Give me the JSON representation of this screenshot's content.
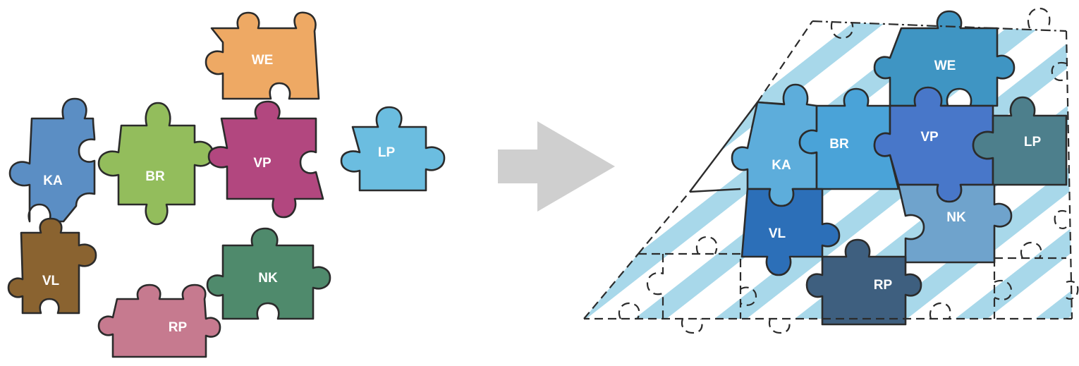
{
  "colors": {
    "ka": "#5b8ec4",
    "br": "#93bd5c",
    "we": "#eea964",
    "vp": "#b2477f",
    "lp": "#6bbde0",
    "vl": "#8a6330",
    "nk": "#4f8a6c",
    "rp": "#c67a8f",
    "arrow": "#cfcfcf",
    "stripe": "#a8d8ea",
    "ka_right": "#5daddb",
    "br_right": "#4aa3d8",
    "we_right": "#3f95c3",
    "vp_right": "#4877c9",
    "lp_right": "#4d7f8c",
    "nk_right": "#6fa3cc",
    "vl_right": "#2c6fb8",
    "rp_right": "#3e5f7f"
  },
  "left_pieces": [
    {
      "id": "ka",
      "label": "KA"
    },
    {
      "id": "br",
      "label": "BR"
    },
    {
      "id": "we",
      "label": "WE"
    },
    {
      "id": "vp",
      "label": "VP"
    },
    {
      "id": "lp",
      "label": "LP"
    },
    {
      "id": "vl",
      "label": "VL"
    },
    {
      "id": "nk",
      "label": "NK"
    },
    {
      "id": "rp",
      "label": "RP"
    }
  ],
  "right_pieces": [
    {
      "id": "ka",
      "label": "KA"
    },
    {
      "id": "br",
      "label": "BR"
    },
    {
      "id": "we",
      "label": "WE"
    },
    {
      "id": "vp",
      "label": "VP"
    },
    {
      "id": "lp",
      "label": "LP"
    },
    {
      "id": "nk",
      "label": "NK"
    },
    {
      "id": "vl",
      "label": "VL"
    },
    {
      "id": "rp",
      "label": "RP"
    }
  ],
  "arrow_icon": "right-arrow-icon"
}
